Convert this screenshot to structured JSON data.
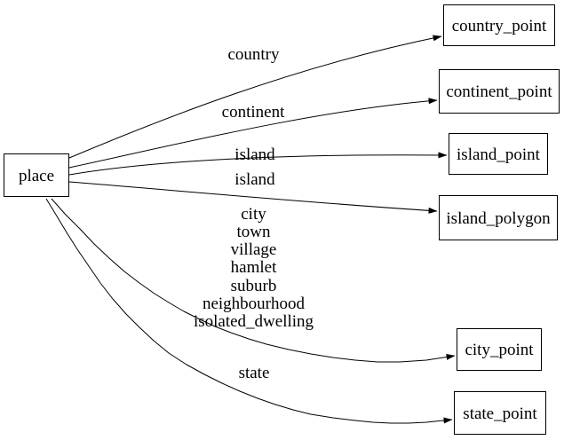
{
  "diagram": {
    "type": "directed-graph",
    "background_color": "#ffffff",
    "line_color": "#000000",
    "text_color": "#000000",
    "nodes": [
      {
        "id": "place",
        "label": "place"
      },
      {
        "id": "country_point",
        "label": "country_point"
      },
      {
        "id": "continent_point",
        "label": "continent_point"
      },
      {
        "id": "island_point",
        "label": "island_point"
      },
      {
        "id": "island_polygon",
        "label": "island_polygon"
      },
      {
        "id": "city_point",
        "label": "city_point"
      },
      {
        "id": "state_point",
        "label": "state_point"
      }
    ],
    "edges": [
      {
        "from": "place",
        "to": "country_point",
        "label": "country"
      },
      {
        "from": "place",
        "to": "continent_point",
        "label": "continent"
      },
      {
        "from": "place",
        "to": "island_point",
        "label": "island"
      },
      {
        "from": "place",
        "to": "island_polygon",
        "label": "island"
      },
      {
        "from": "place",
        "to": "city_point",
        "label_lines": [
          "city",
          "town",
          "village",
          "hamlet",
          "suburb",
          "neighbourhood",
          "isolated_dwelling"
        ]
      },
      {
        "from": "place",
        "to": "state_point",
        "label": "state"
      }
    ]
  }
}
